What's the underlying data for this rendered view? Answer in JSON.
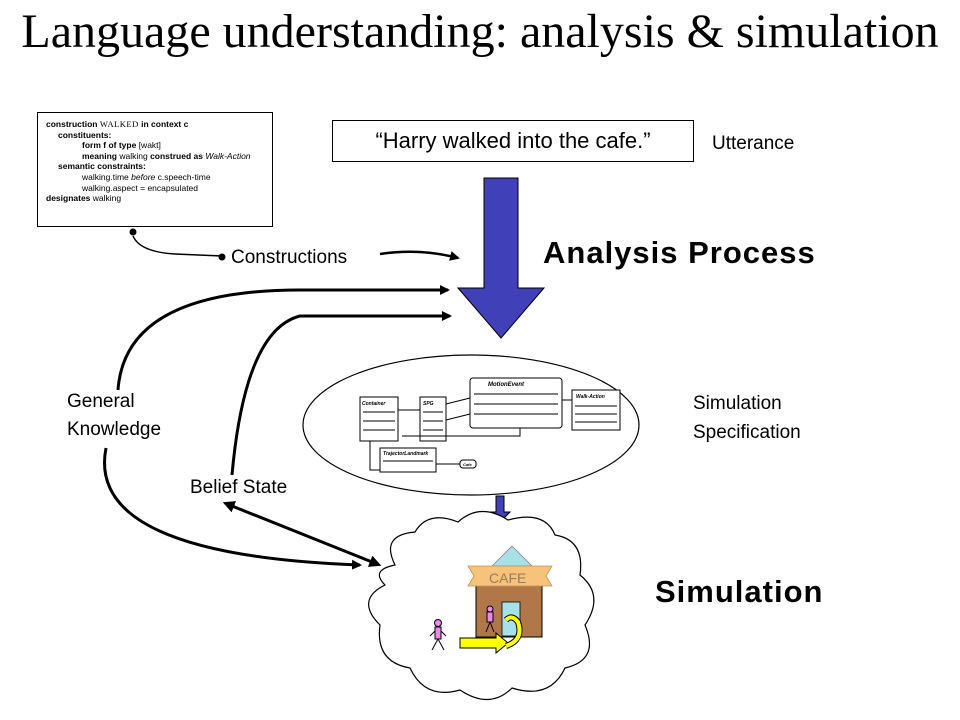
{
  "title": "Language understanding: analysis & simulation",
  "construction": {
    "line1_a": "construction",
    "line1_name": "WALKED",
    "line1_b": "in context c",
    "constituents": "constituents:",
    "form_a": "form f of type",
    "form_b": "[wakt]",
    "meaning_a": "meaning",
    "meaning_b": "walking",
    "meaning_c": "construed as",
    "meaning_d": "Walk-Action",
    "semantic": "semantic constraints:",
    "sc1_a": "walking.time",
    "sc1_b": "before",
    "sc1_c": "c.speech-time",
    "sc2": "walking.aspect = encapsulated",
    "designates_a": "designates",
    "designates_b": "walking"
  },
  "utterance_text": "“Harry walked into the cafe.”",
  "labels": {
    "utterance": "Utterance",
    "constructions": "Constructions",
    "analysis_process": "Analysis Process",
    "general_knowledge_1": "General",
    "general_knowledge_2": "Knowledge",
    "belief_state": "Belief State",
    "sim_spec_1": "Simulation",
    "sim_spec_2": "Specification",
    "simulation": "Simulation",
    "cafe": "CAFE"
  },
  "spec_boxes": {
    "container": "Container",
    "spg": "SPG",
    "motion_event": "MotionEvent",
    "walk_action": "Walk-Action",
    "trajector": "TrajectorLandmark",
    "cafe": "Cafe"
  },
  "colors": {
    "blue_arrow": "#4040b8",
    "cafe_roof": "#f7c27a",
    "cafe_building": "#b07848",
    "yellow_arrow": "#ffff00",
    "figure_pink": "#ee88ee",
    "door": "#a8e0e8"
  }
}
